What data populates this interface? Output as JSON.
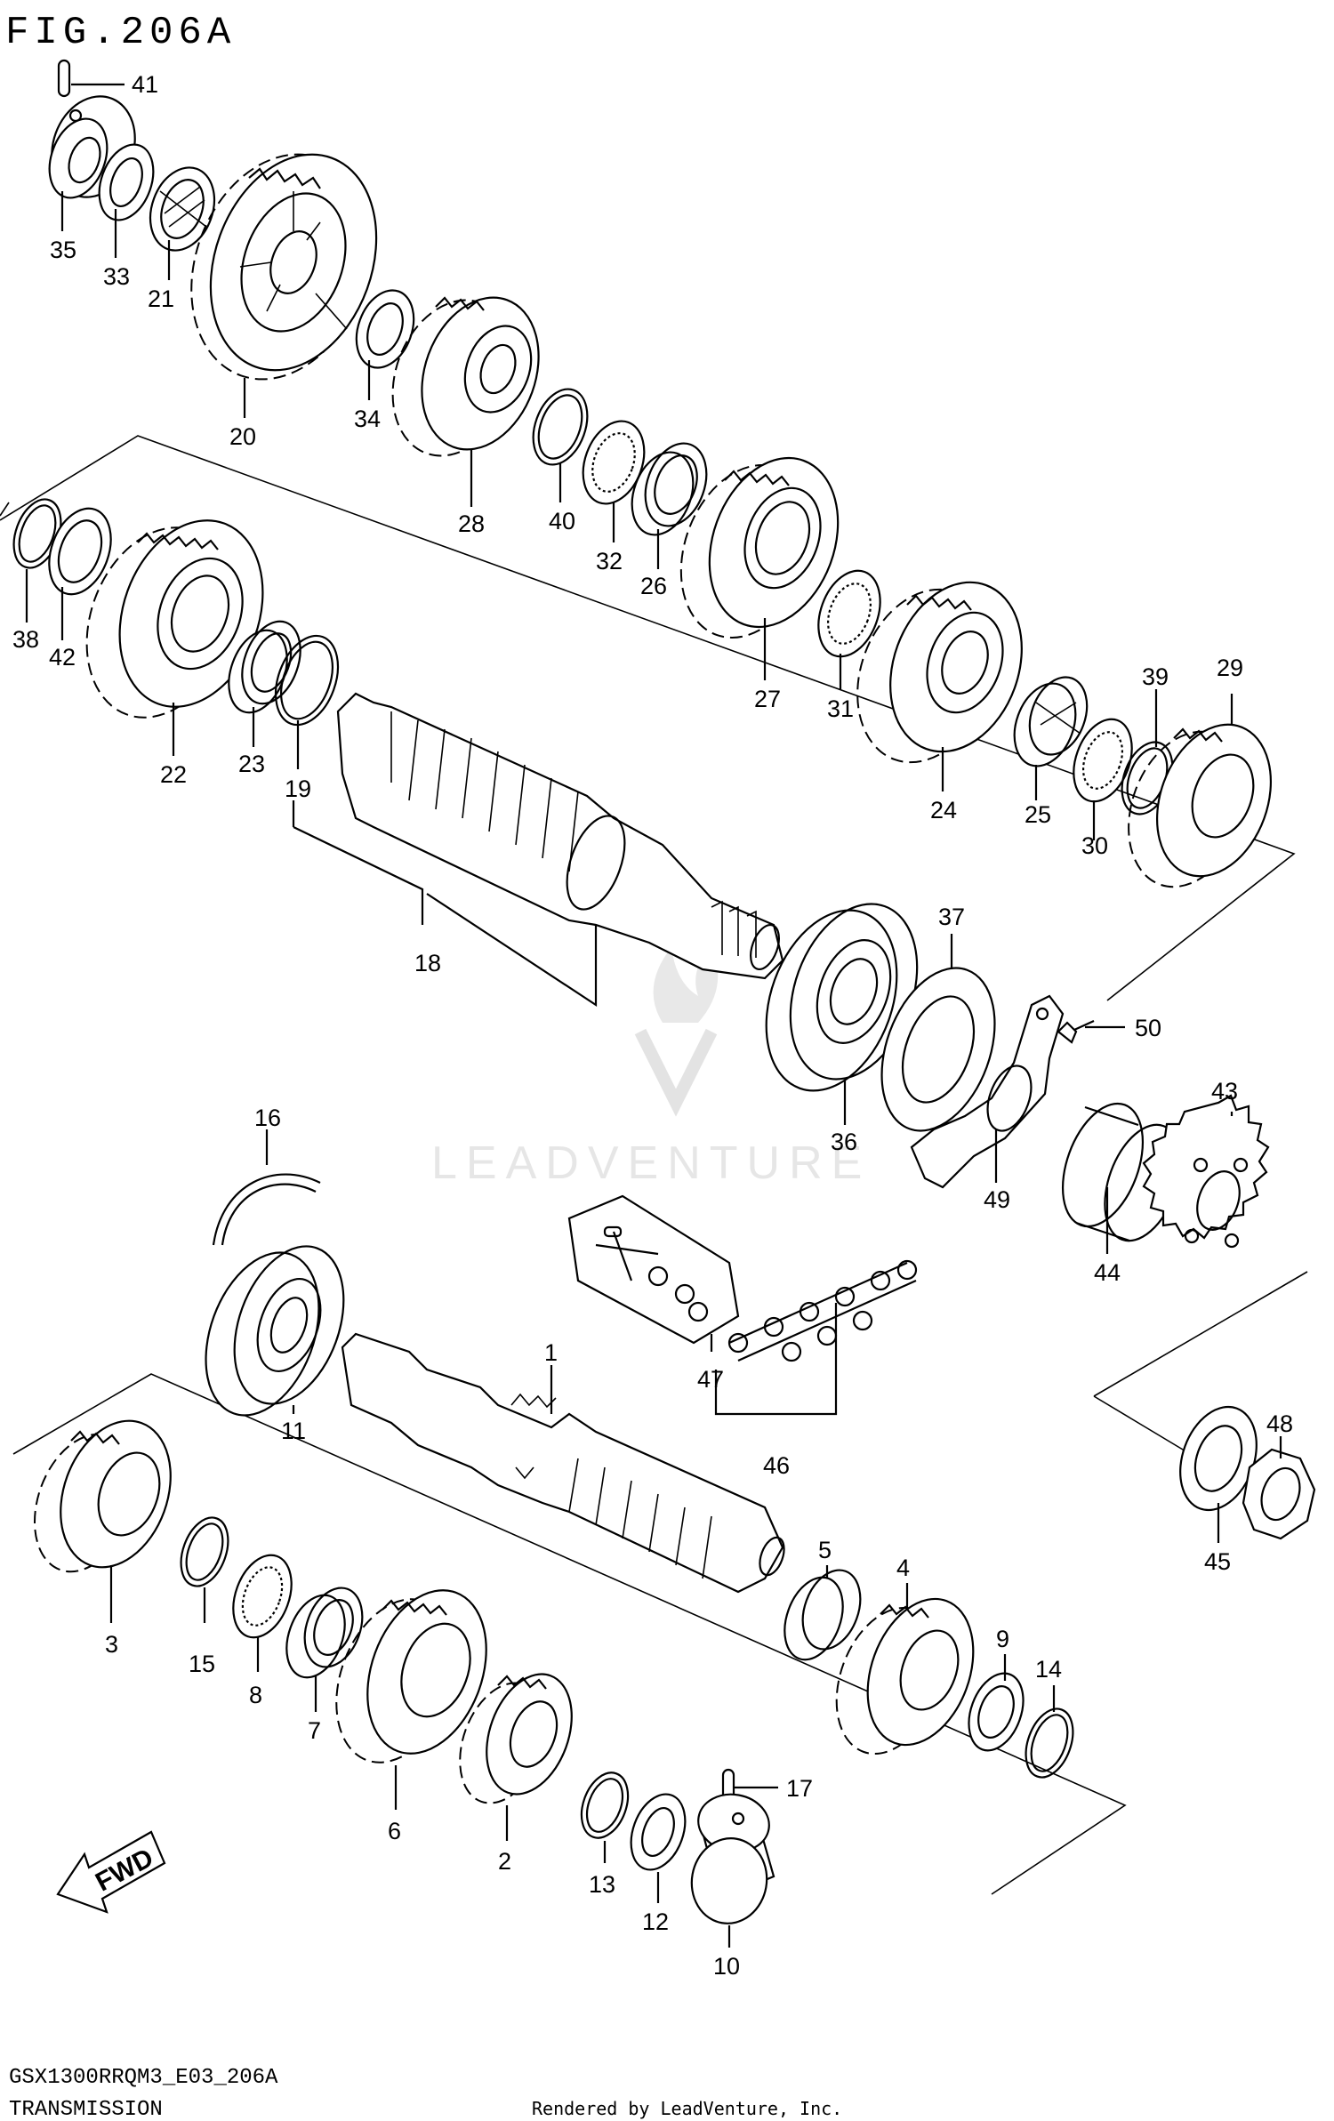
{
  "figure_title": "FIG.206A",
  "footer": {
    "model_code": "GSX1300RRQM3_E03_206A",
    "section": "TRANSMISSION",
    "credit": "Rendered by LeadVenture, Inc."
  },
  "watermark": "LEADVENTURE",
  "direction_badge": "FWD",
  "callouts": {
    "c1": "1",
    "c2": "2",
    "c3": "3",
    "c4": "4",
    "c5": "5",
    "c6": "6",
    "c7": "7",
    "c8": "8",
    "c9": "9",
    "c10": "10",
    "c11": "11",
    "c12": "12",
    "c13": "13",
    "c14": "14",
    "c15": "15",
    "c16": "16",
    "c17": "17",
    "c18": "18",
    "c19": "19",
    "c20": "20",
    "c21": "21",
    "c22": "22",
    "c23": "23",
    "c24": "24",
    "c25": "25",
    "c26": "26",
    "c27": "27",
    "c28": "28",
    "c29": "29",
    "c30": "30",
    "c31": "31",
    "c32": "32",
    "c33": "33",
    "c34": "34",
    "c35": "35",
    "c36": "36",
    "c37": "37",
    "c38": "38",
    "c39": "39",
    "c40": "40",
    "c41": "41",
    "c42": "42",
    "c43": "43",
    "c44": "44",
    "c45": "45",
    "c46": "46",
    "c47": "47",
    "c48": "48",
    "c49": "49",
    "c50": "50"
  }
}
